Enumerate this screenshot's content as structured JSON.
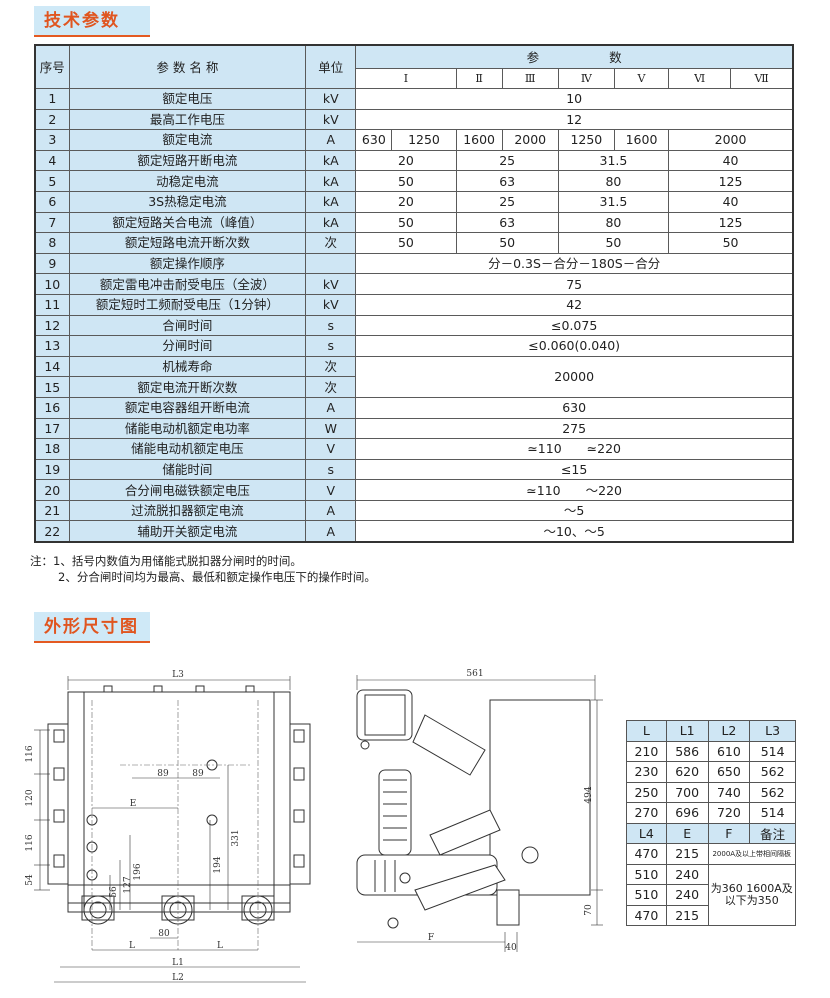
{
  "sections": {
    "tech": "技术参数",
    "dims": "外形尺寸图"
  },
  "table": {
    "h_no": "序号",
    "h_name": "参 数 名 称",
    "h_unit": "单位",
    "h_val1": "参",
    "h_val2": "数",
    "cols": [
      "Ⅰ",
      "Ⅱ",
      "Ⅲ",
      "Ⅳ",
      "Ⅴ",
      "Ⅵ",
      "Ⅶ"
    ],
    "rows": [
      {
        "no": "1",
        "name": "额定电压",
        "unit": "kV",
        "v": "10"
      },
      {
        "no": "2",
        "name": "最高工作电压",
        "unit": "kV",
        "v": "12"
      },
      {
        "no": "3",
        "name": "额定电流",
        "unit": "A",
        "c": [
          "630",
          "1250",
          "1600",
          "2000",
          "1250",
          "1600",
          "2000"
        ]
      },
      {
        "no": "4",
        "name": "额定短路开断电流",
        "unit": "kA",
        "g": [
          "20",
          "25",
          "31.5",
          "40"
        ]
      },
      {
        "no": "5",
        "name": "动稳定电流",
        "unit": "kA",
        "g": [
          "50",
          "63",
          "80",
          "125"
        ]
      },
      {
        "no": "6",
        "name": "3S热稳定电流",
        "unit": "kA",
        "g": [
          "20",
          "25",
          "31.5",
          "40"
        ]
      },
      {
        "no": "7",
        "name": "额定短路关合电流（峰值）",
        "unit": "kA",
        "g": [
          "50",
          "63",
          "80",
          "125"
        ]
      },
      {
        "no": "8",
        "name": "额定短路电流开断次数",
        "unit": "次",
        "g": [
          "50",
          "50",
          "50",
          "50"
        ]
      },
      {
        "no": "9",
        "name": "额定操作顺序",
        "unit": "",
        "v": "分－0.3S－合分－180S－合分"
      },
      {
        "no": "10",
        "name": "额定雷电冲击耐受电压（全波）",
        "unit": "kV",
        "v": "75"
      },
      {
        "no": "11",
        "name": "额定短时工频耐受电压（1分钟）",
        "unit": "kV",
        "v": "42"
      },
      {
        "no": "12",
        "name": "合闸时间",
        "unit": "s",
        "v": "≤0.075"
      },
      {
        "no": "13",
        "name": "分闸时间",
        "unit": "s",
        "v": "≤0.060(0.040)"
      },
      {
        "no": "14",
        "name": "机械寿命",
        "unit": "次",
        "v": "20000"
      },
      {
        "no": "15",
        "name": "额定电流开断次数",
        "unit": "次"
      },
      {
        "no": "16",
        "name": "额定电容器组开断电流",
        "unit": "A",
        "v": "630"
      },
      {
        "no": "17",
        "name": "储能电动机额定电功率",
        "unit": "W",
        "v": "275"
      },
      {
        "no": "18",
        "name": "储能电动机额定电压",
        "unit": "V",
        "v": "≃110　　≃220"
      },
      {
        "no": "19",
        "name": "储能时间",
        "unit": "s",
        "v": "≤15"
      },
      {
        "no": "20",
        "name": "合分闸电磁铁额定电压",
        "unit": "V",
        "v": "≃110　　～220"
      },
      {
        "no": "21",
        "name": "过流脱扣器额定电流",
        "unit": "A",
        "v": "～5"
      },
      {
        "no": "22",
        "name": "辅助开关额定电流",
        "unit": "A",
        "v": "～10、～5"
      }
    ]
  },
  "notes": [
    "注：1、括号内数值为用储能式脱扣器分闸时的时间。",
    "2、分合闸时间均为最高、最低和额定操作电压下的操作时间。"
  ],
  "dims": {
    "head1": [
      "L",
      "L1",
      "L2",
      "L3"
    ],
    "rows1": [
      [
        "210",
        "586",
        "610",
        "514"
      ],
      [
        "230",
        "620",
        "650",
        "562"
      ],
      [
        "250",
        "700",
        "740",
        "562"
      ],
      [
        "270",
        "696",
        "720",
        "514"
      ]
    ],
    "head2": [
      "L4",
      "E",
      "F",
      "备注"
    ],
    "rows2": [
      [
        "470",
        "215"
      ],
      [
        "510",
        "240"
      ],
      [
        "510",
        "240"
      ],
      [
        "470",
        "215"
      ]
    ],
    "note1": "2000A及以上带相间隔板",
    "note2": "为360 1600A及以下为350"
  },
  "drawing": {
    "front": {
      "L3": "L3",
      "d116a": "116",
      "d120": "120",
      "d116b": "116",
      "d54": "54",
      "d89a": "89",
      "d89b": "89",
      "E": "E",
      "d331": "331",
      "d196": "196",
      "d194": "194",
      "d127": "127",
      "d56": "56",
      "d80": "80",
      "La": "L",
      "Lb": "L",
      "L1": "L1",
      "L2": "L2"
    },
    "side": {
      "d561": "561",
      "d494": "494",
      "d70": "70",
      "F": "F",
      "d40": "40"
    }
  }
}
